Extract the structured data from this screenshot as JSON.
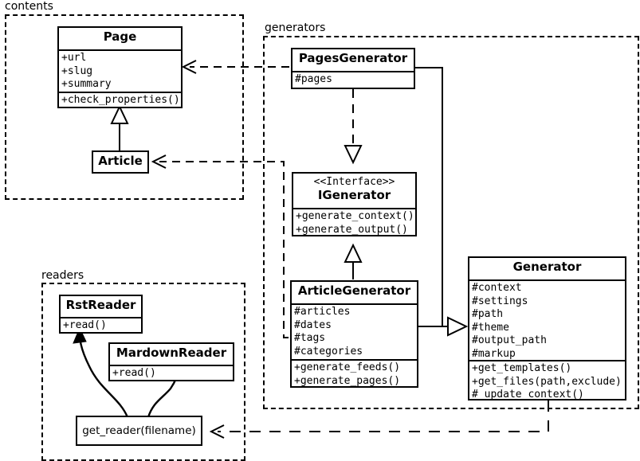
{
  "diagram": {
    "title": "UML class diagram",
    "stroke_color": "#000000",
    "background_color": "#ffffff"
  },
  "packages": [
    {
      "name": "contents",
      "label": "contents"
    },
    {
      "name": "generators",
      "label": "generators"
    },
    {
      "name": "readers",
      "label": "readers"
    }
  ],
  "classes": {
    "page": {
      "name": "Page",
      "attributes": [
        "+url",
        "+slug",
        "+summary"
      ],
      "methods": [
        "+check_properties()"
      ]
    },
    "article": {
      "name": "Article",
      "attributes": [],
      "methods": []
    },
    "pages_generator": {
      "name": "PagesGenerator",
      "attributes": [
        "#pages"
      ],
      "methods": []
    },
    "igenerator": {
      "stereotype": "<<Interface>>",
      "name": "IGenerator",
      "attributes": [],
      "methods": [
        "+generate_context()",
        "+generate_output()"
      ]
    },
    "article_generator": {
      "name": "ArticleGenerator",
      "attributes": [
        "#articles",
        "#dates",
        "#tags",
        "#categories"
      ],
      "methods": [
        "+generate_feeds()",
        "+generate_pages()"
      ]
    },
    "generator": {
      "name": "Generator",
      "attributes": [
        "#context",
        "#settings",
        "#path",
        "#theme",
        "#output_path",
        "#markup"
      ],
      "methods": [
        "+get_templates()",
        "+get_files(path,exclude)",
        "#_update_context()"
      ]
    },
    "rst_reader": {
      "name": "RstReader",
      "attributes": [],
      "methods": [
        "+read()"
      ]
    },
    "markdown_reader": {
      "name": "MardownReader",
      "attributes": [],
      "methods": [
        "+read()"
      ]
    },
    "get_reader": {
      "name": "get_reader(filename)"
    }
  },
  "relationships": [
    {
      "name": "pagesgenerator-uses-page",
      "from": "PagesGenerator",
      "to": "Page",
      "type": "dependency"
    },
    {
      "name": "articlegenerator-uses-article",
      "from": "ArticleGenerator",
      "to": "Article",
      "type": "dependency"
    },
    {
      "name": "article-inherits-page",
      "from": "Article",
      "to": "Page",
      "type": "generalization"
    },
    {
      "name": "pagesgenerator-realizes-igenerator",
      "from": "PagesGenerator",
      "to": "IGenerator",
      "type": "realization"
    },
    {
      "name": "articlegenerator-inherits-igenerator",
      "from": "ArticleGenerator",
      "to": "IGenerator",
      "type": "generalization"
    },
    {
      "name": "pagesgenerator-inherits-generator",
      "from": "PagesGenerator",
      "to": "Generator",
      "type": "generalization"
    },
    {
      "name": "articlegenerator-inherits-generator",
      "from": "ArticleGenerator",
      "to": "Generator",
      "type": "generalization"
    },
    {
      "name": "generator-uses-getreader",
      "from": "Generator",
      "to": "get_reader(filename)",
      "type": "dependency"
    },
    {
      "name": "getreader-creates-rstreader",
      "from": "get_reader(filename)",
      "to": "RstReader",
      "type": "creates"
    },
    {
      "name": "getreader-creates-markdownreader",
      "from": "get_reader(filename)",
      "to": "MardownReader",
      "type": "creates"
    }
  ]
}
